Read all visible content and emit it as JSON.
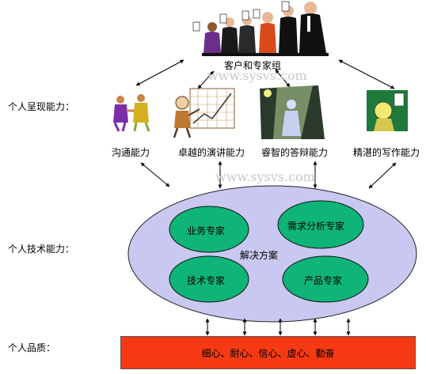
{
  "top": {
    "group_label": "客户和专家组"
  },
  "watermark": "www.sysvs.com",
  "rows": {
    "presentation_label": "个人呈现能力：",
    "technical_label": "个人技术能力：",
    "quality_label": "个人品质："
  },
  "abilities": [
    {
      "label": "沟通能力",
      "icon": "handshake-figures-icon"
    },
    {
      "label": "卓越的演讲能力",
      "icon": "presenter-chart-icon"
    },
    {
      "label": "睿智的答辩能力",
      "icon": "spotlight-speaker-icon"
    },
    {
      "label": "精湛的写作能力",
      "icon": "writer-icon"
    }
  ],
  "solution": {
    "center_label": "解决方案",
    "experts": [
      "业务专家",
      "需求分析专家",
      "技术专家",
      "产品专家"
    ],
    "fill": "#c8c8f0",
    "expert_fill": "#0fb478"
  },
  "quality": {
    "text": "细心、耐心、信心、虚心、勤奋",
    "fill": "#f53a13"
  }
}
